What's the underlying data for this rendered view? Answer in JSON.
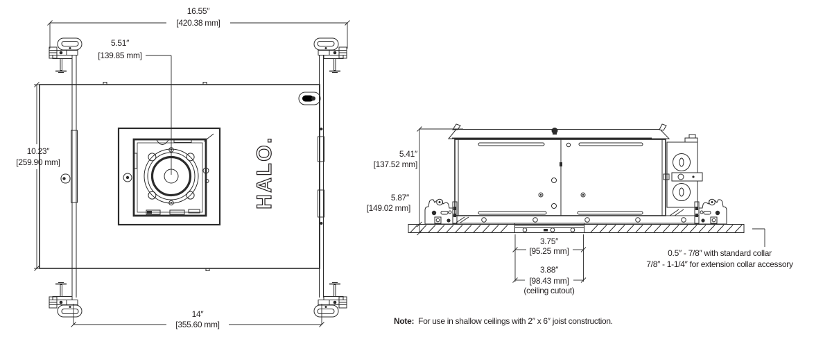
{
  "drawing": {
    "plan_view": {
      "logo": "HALO.",
      "dim_overall_width_in": "16.55″",
      "dim_overall_width_mm": "[420.38 mm]",
      "dim_center_offset_in": "5.51″",
      "dim_center_offset_mm": "[139.85 mm]",
      "dim_depth_in": "10.23″",
      "dim_depth_mm": "[259.90 mm]",
      "dim_bar_span_in": "14″",
      "dim_bar_span_mm": "[355.60 mm]"
    },
    "side_view": {
      "dim_housing_height_in": "5.41″",
      "dim_housing_height_mm": "[137.52 mm]",
      "dim_overall_height_in": "5.87″",
      "dim_overall_height_mm": "[149.02 mm]",
      "dim_collar_in": "3.75″",
      "dim_collar_mm": "[95.25 mm]",
      "dim_cutout_in": "3.88″",
      "dim_cutout_mm": "[98.43 mm]",
      "dim_cutout_caption": "(ceiling cutout)",
      "collar_note_line1": "0.5″ - 7/8″ with standard collar",
      "collar_note_line2": "7/8″ - 1-1/4″ for extension collar accessory"
    },
    "note": {
      "label": "Note:",
      "text": "For use in shallow ceilings with 2″ x 6″ joist construction."
    }
  }
}
